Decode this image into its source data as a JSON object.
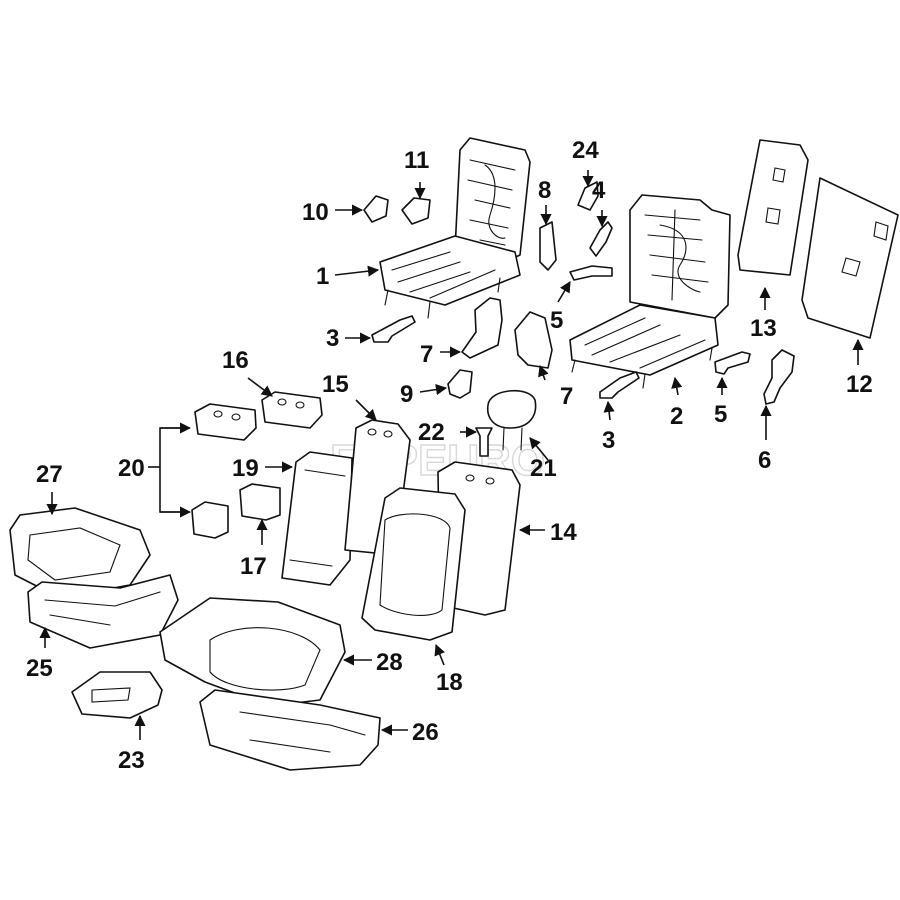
{
  "watermark": "FCPEURO",
  "callouts": {
    "c1": "1",
    "c2": "2",
    "c3a": "3",
    "c3b": "3",
    "c4": "4",
    "c5a": "5",
    "c5b": "5",
    "c6": "6",
    "c7a": "7",
    "c7b": "7",
    "c8": "8",
    "c9": "9",
    "c10": "10",
    "c11": "11",
    "c12": "12",
    "c13": "13",
    "c14": "14",
    "c15": "15",
    "c16": "16",
    "c17": "17",
    "c18": "18",
    "c19": "19",
    "c20": "20",
    "c21": "21",
    "c22": "22",
    "c23": "23",
    "c24": "24",
    "c25": "25",
    "c26": "26",
    "c27": "27",
    "c28": "28"
  }
}
